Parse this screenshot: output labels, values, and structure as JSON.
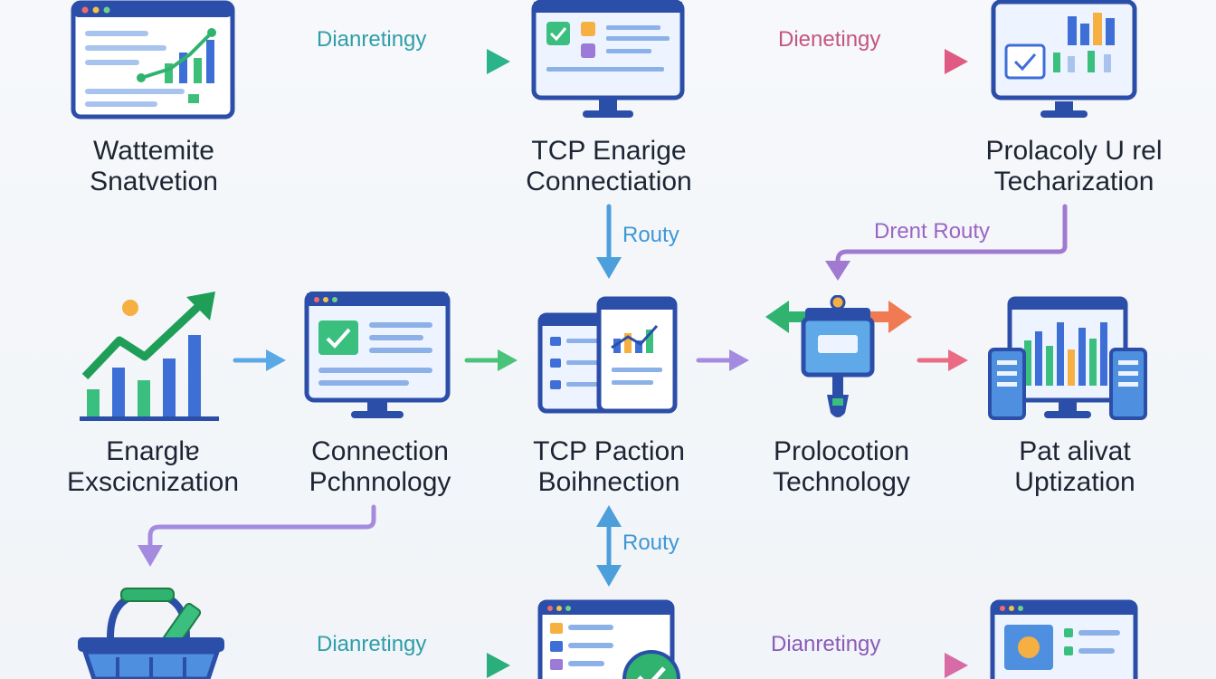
{
  "nodes": [
    {
      "id": "n1",
      "label": "Wattemite\nSnatvetion",
      "icon": "browser-chart-icon"
    },
    {
      "id": "n2",
      "label": "TCP Enarige\nConnectiation",
      "icon": "monitor-check-icon"
    },
    {
      "id": "n3",
      "label": "Prolacoly U rel\nTecharization",
      "icon": "monitor-bars-icon"
    },
    {
      "id": "n4",
      "label": "Enarglɐ\nExscicnization",
      "icon": "growth-chart-icon"
    },
    {
      "id": "n5",
      "label": "Connection\nPchnnology",
      "icon": "monitor-check-icon"
    },
    {
      "id": "n6",
      "label": "TCP Paction\nBoihnection",
      "icon": "windows-stack-icon"
    },
    {
      "id": "n7",
      "label": "Prolocotion\nTechnology",
      "icon": "router-device-icon"
    },
    {
      "id": "n8",
      "label": "Pat alivat\nUptization",
      "icon": "servers-monitor-icon"
    },
    {
      "id": "n9",
      "label": "",
      "icon": "basket-icon"
    },
    {
      "id": "n10",
      "label": "",
      "icon": "browser-check-icon"
    },
    {
      "id": "n11",
      "label": "",
      "icon": "browser-image-icon"
    }
  ],
  "edges": [
    {
      "id": "e1",
      "from": "n1",
      "to": "n2",
      "label": "Dianretingy",
      "color": "#2f9ea8"
    },
    {
      "id": "e2",
      "from": "n2",
      "to": "n3",
      "label": "Dienetingy",
      "color": "#c4567e"
    },
    {
      "id": "e3",
      "from": "n2",
      "to": "n6",
      "label": "Routy",
      "color": "#3f97d6"
    },
    {
      "id": "e4",
      "from": "n3",
      "to": "n7",
      "label": "Drent Routy",
      "color": "#9a65c4"
    },
    {
      "id": "e5",
      "from": "n4",
      "to": "n5",
      "label": "",
      "color": "#5aa9e6"
    },
    {
      "id": "e6",
      "from": "n5",
      "to": "n6",
      "label": "",
      "color": "#4bc27a"
    },
    {
      "id": "e7",
      "from": "n6",
      "to": "n7",
      "label": "",
      "color": "#a58be0"
    },
    {
      "id": "e8",
      "from": "n7",
      "to": "n8",
      "label": "",
      "color": "#ea6c84"
    },
    {
      "id": "e9",
      "from": "n5",
      "to": "n9",
      "label": "",
      "color": "#a58be0"
    },
    {
      "id": "e10",
      "from": "n6",
      "to": "n10",
      "label": "Routy",
      "color": "#3f97d6"
    },
    {
      "id": "e11",
      "from": "n9",
      "to": "n10",
      "label": "Dianretingy",
      "color": "#2f9ea8"
    },
    {
      "id": "e12",
      "from": "n10",
      "to": "n11",
      "label": "Dianretingy",
      "color": "#8a5bb8"
    }
  ]
}
